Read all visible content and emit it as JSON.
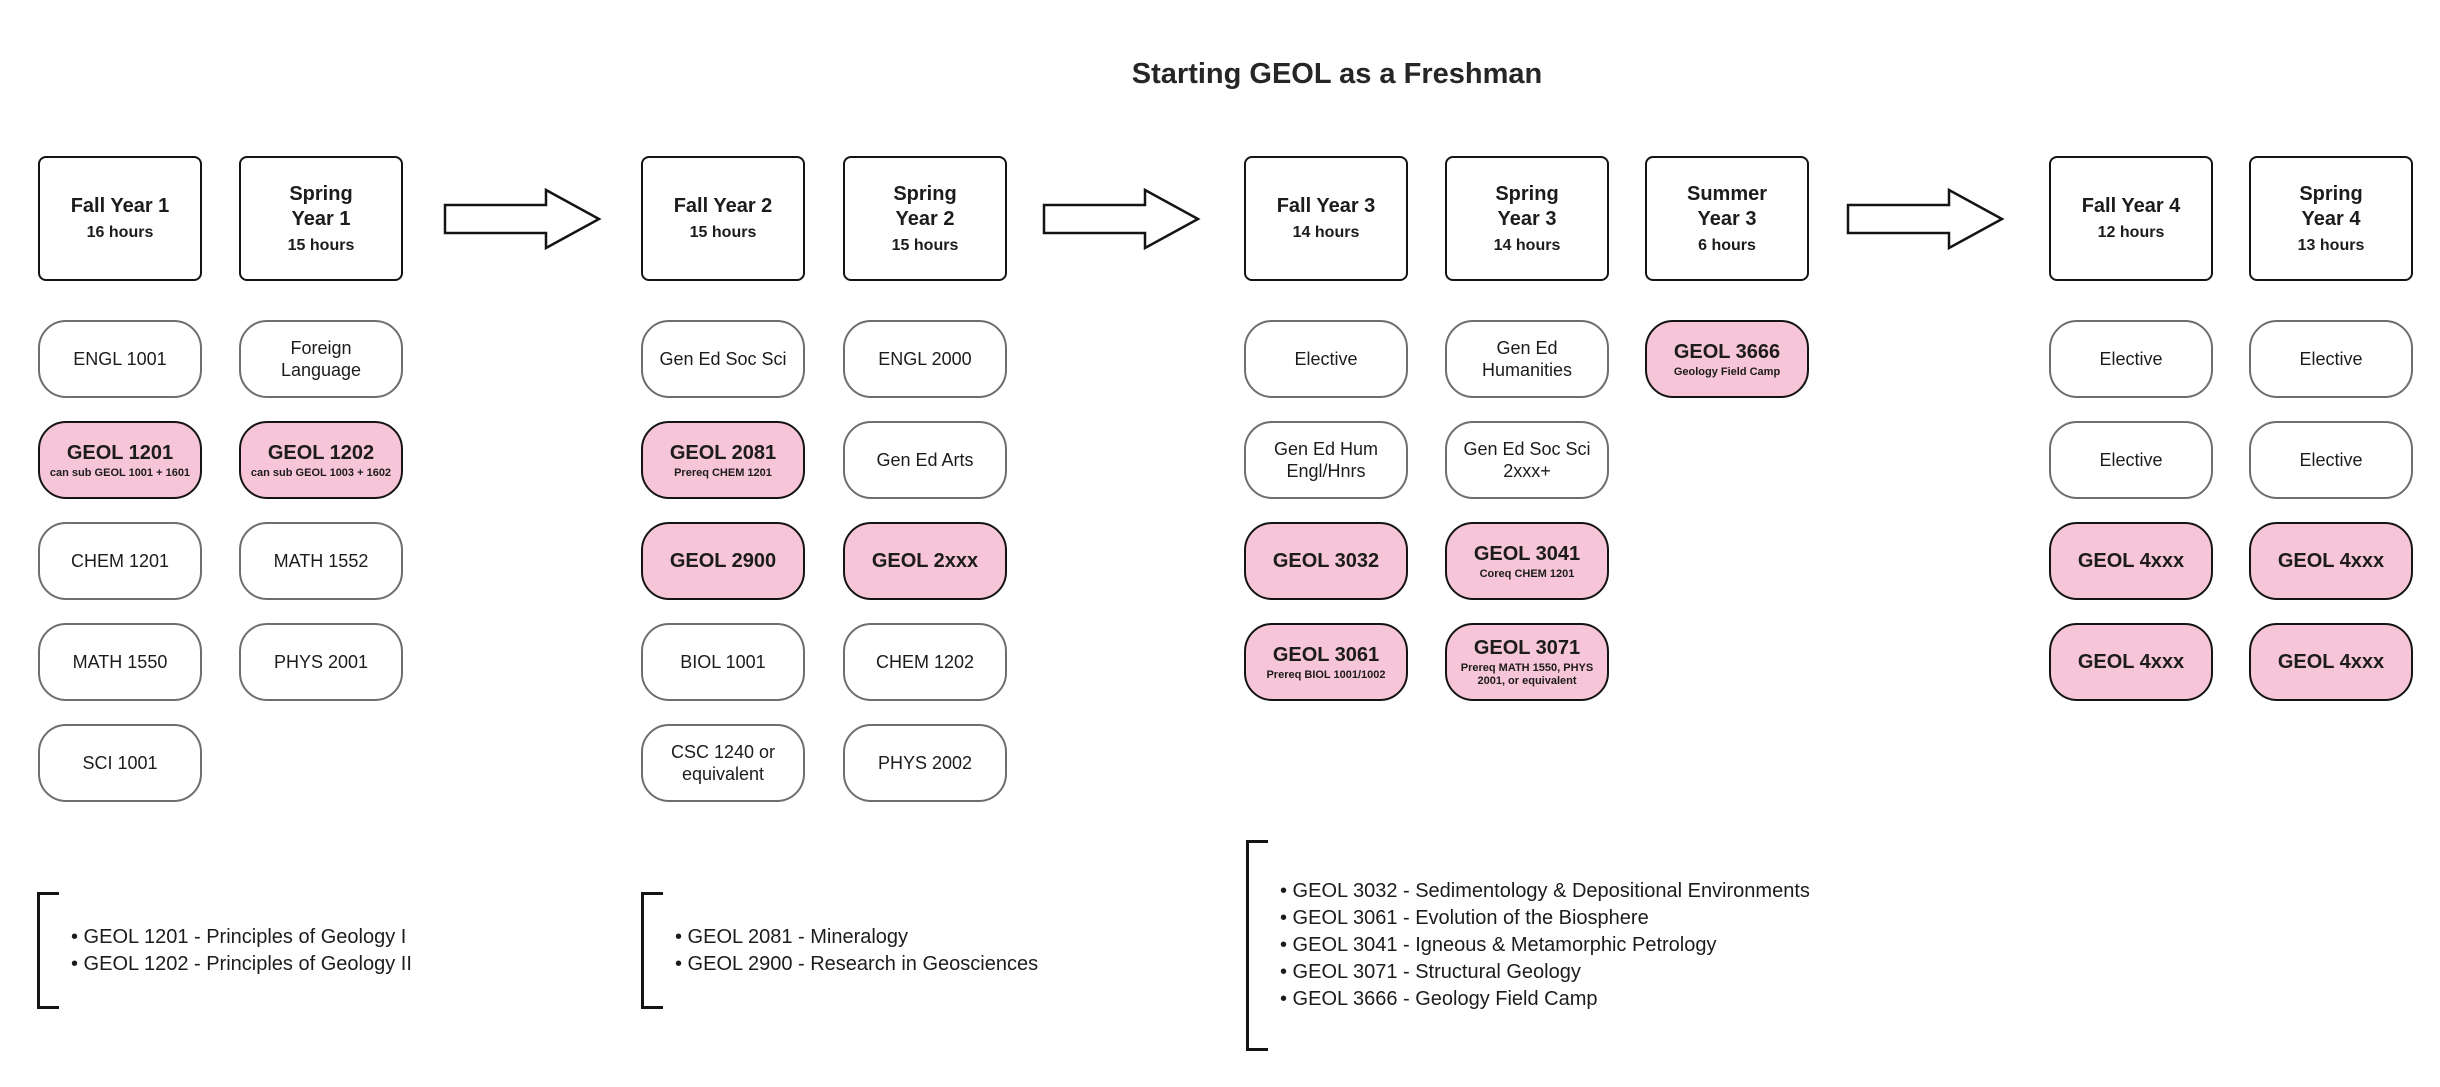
{
  "title": "Starting GEOL as a Freshman",
  "bullet": "•",
  "colors": {
    "highlight_fill": "#f7c5d8",
    "highlight_border": "#141414",
    "plain_border": "#6e6e6e",
    "header_border": "#141414",
    "arrow_border": "#141414",
    "text": "#1c1c1c"
  },
  "columns": [
    {
      "id": "fall-year-1",
      "header": {
        "name_lines": [
          "Fall Year 1"
        ],
        "hours": "16 hours"
      },
      "courses": [
        {
          "row": 0,
          "label": "ENGL 1001",
          "highlight": false
        },
        {
          "row": 1,
          "label": "GEOL 1201",
          "sub": "can sub GEOL 1001 + 1601",
          "highlight": true
        },
        {
          "row": 2,
          "label": "CHEM 1201",
          "highlight": false
        },
        {
          "row": 3,
          "label": "MATH 1550",
          "highlight": false
        },
        {
          "row": 4,
          "label": "SCI 1001",
          "highlight": false
        }
      ]
    },
    {
      "id": "spring-year-1",
      "header": {
        "name_lines": [
          "Spring",
          "Year 1"
        ],
        "hours": "15 hours"
      },
      "courses": [
        {
          "row": 0,
          "label": "Foreign Language",
          "highlight": false
        },
        {
          "row": 1,
          "label": "GEOL 1202",
          "sub": "can sub GEOL 1003 + 1602",
          "highlight": true
        },
        {
          "row": 2,
          "label": "MATH 1552",
          "highlight": false
        },
        {
          "row": 3,
          "label": "PHYS 2001",
          "highlight": false
        }
      ]
    },
    {
      "id": "fall-year-2",
      "header": {
        "name_lines": [
          "Fall Year 2"
        ],
        "hours": "15 hours"
      },
      "courses": [
        {
          "row": 0,
          "label": "Gen Ed Soc Sci",
          "highlight": false
        },
        {
          "row": 1,
          "label": "GEOL 2081",
          "sub": "Prereq CHEM 1201",
          "highlight": true
        },
        {
          "row": 2,
          "label": "GEOL 2900",
          "highlight": true
        },
        {
          "row": 3,
          "label": "BIOL 1001",
          "highlight": false
        },
        {
          "row": 4,
          "label": "CSC 1240 or equivalent",
          "highlight": false
        }
      ]
    },
    {
      "id": "spring-year-2",
      "header": {
        "name_lines": [
          "Spring",
          "Year 2"
        ],
        "hours": "15 hours"
      },
      "courses": [
        {
          "row": 0,
          "label": "ENGL 2000",
          "highlight": false
        },
        {
          "row": 1,
          "label": "Gen Ed Arts",
          "highlight": false
        },
        {
          "row": 2,
          "label": "GEOL 2xxx",
          "highlight": true
        },
        {
          "row": 3,
          "label": "CHEM 1202",
          "highlight": false
        },
        {
          "row": 4,
          "label": "PHYS 2002",
          "highlight": false
        }
      ]
    },
    {
      "id": "fall-year-3",
      "header": {
        "name_lines": [
          "Fall Year 3"
        ],
        "hours": "14 hours"
      },
      "courses": [
        {
          "row": 0,
          "label": "Elective",
          "highlight": false
        },
        {
          "row": 1,
          "label": "Gen Ed Hum Engl/Hnrs",
          "highlight": false
        },
        {
          "row": 2,
          "label": "GEOL 3032",
          "highlight": true
        },
        {
          "row": 3,
          "label": "GEOL 3061",
          "sub": "Prereq BIOL 1001/1002",
          "highlight": true
        }
      ]
    },
    {
      "id": "spring-year-3",
      "header": {
        "name_lines": [
          "Spring",
          "Year 3"
        ],
        "hours": "14 hours"
      },
      "courses": [
        {
          "row": 0,
          "label": "Gen Ed Humanities",
          "highlight": false
        },
        {
          "row": 1,
          "label": "Gen Ed Soc Sci 2xxx+",
          "highlight": false
        },
        {
          "row": 2,
          "label": "GEOL 3041",
          "sub": "Coreq CHEM 1201",
          "highlight": true
        },
        {
          "row": 3,
          "label": "GEOL 3071",
          "sub": "Prereq MATH 1550, PHYS 2001, or equivalent",
          "highlight": true
        }
      ]
    },
    {
      "id": "summer-year-3",
      "header": {
        "name_lines": [
          "Summer",
          "Year 3"
        ],
        "hours": "6 hours"
      },
      "courses": [
        {
          "row": 0,
          "label": "GEOL 3666",
          "sub": "Geology Field Camp",
          "highlight": true
        }
      ]
    },
    {
      "id": "fall-year-4",
      "header": {
        "name_lines": [
          "Fall Year 4"
        ],
        "hours": "12 hours"
      },
      "courses": [
        {
          "row": 0,
          "label": "Elective",
          "highlight": false
        },
        {
          "row": 1,
          "label": "Elective",
          "highlight": false
        },
        {
          "row": 2,
          "label": "GEOL 4xxx",
          "highlight": true
        },
        {
          "row": 3,
          "label": "GEOL 4xxx",
          "highlight": true
        }
      ]
    },
    {
      "id": "spring-year-4",
      "header": {
        "name_lines": [
          "Spring",
          "Year 4"
        ],
        "hours": "13 hours"
      },
      "courses": [
        {
          "row": 0,
          "label": "Elective",
          "highlight": false
        },
        {
          "row": 1,
          "label": "Elective",
          "highlight": false
        },
        {
          "row": 2,
          "label": "GEOL 4xxx",
          "highlight": true
        },
        {
          "row": 3,
          "label": "GEOL 4xxx",
          "highlight": true
        }
      ]
    }
  ],
  "legend_groups": [
    {
      "items": [
        "GEOL 1201 - Principles of Geology I",
        "GEOL 1202 - Principles of Geology II"
      ]
    },
    {
      "items": [
        "GEOL 2081 - Mineralogy",
        "GEOL 2900 - Research in Geosciences"
      ]
    },
    {
      "items": [
        "GEOL 3032 - Sedimentology & Depositional Environments",
        "GEOL 3061 - Evolution of the Biosphere",
        "GEOL 3041 - Igneous & Metamorphic Petrology",
        "GEOL 3071 - Structural Geology",
        "GEOL 3666 - Geology Field Camp"
      ]
    }
  ]
}
